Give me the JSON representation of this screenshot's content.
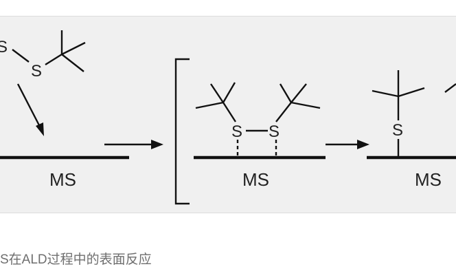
{
  "figure": {
    "atom_sulfur": "S",
    "surface_label": "MS"
  },
  "caption": {
    "text": "S在ALD过程中的表面反应"
  }
}
